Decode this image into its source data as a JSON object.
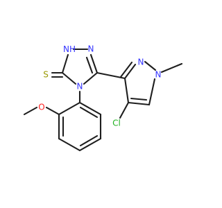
{
  "molecule": {
    "atoms": [
      {
        "id": "N1",
        "label": "N",
        "suffix": "H",
        "color": "#3434ff"
      },
      {
        "id": "N2",
        "label": "N",
        "suffix": "",
        "color": "#3434ff"
      },
      {
        "id": "N4",
        "label": "N",
        "suffix": "",
        "color": "#3434ff"
      },
      {
        "id": "S",
        "label": "S",
        "suffix": "",
        "color": "#999900"
      },
      {
        "id": "Npz1",
        "label": "N",
        "suffix": "",
        "color": "#3434ff"
      },
      {
        "id": "Npz2",
        "label": "N",
        "suffix": "",
        "color": "#3434ff"
      },
      {
        "id": "Cl",
        "label": "Cl",
        "suffix": "",
        "color": "#21b121"
      },
      {
        "id": "O",
        "label": "O",
        "suffix": "",
        "color": "#ff2020"
      }
    ]
  }
}
